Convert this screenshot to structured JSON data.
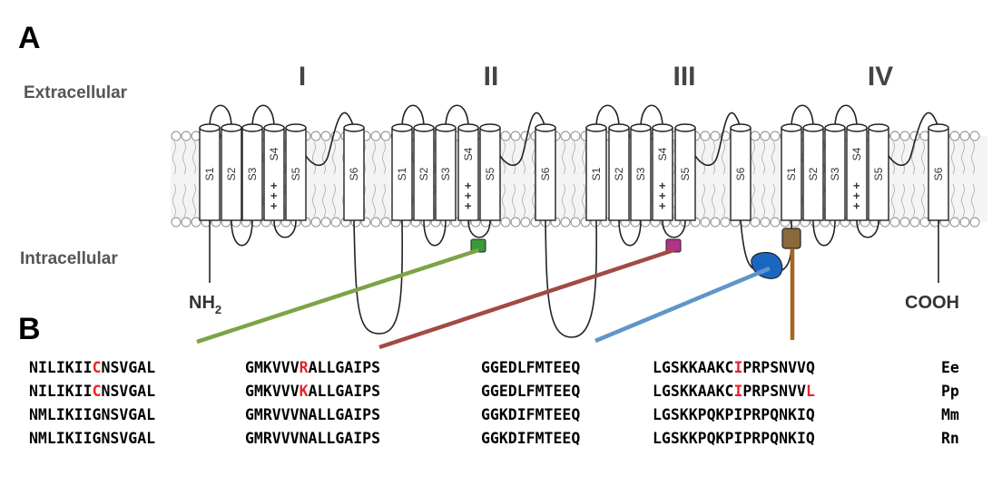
{
  "panels": {
    "a": "A",
    "b": "B"
  },
  "membrane": {
    "extracellular_label": "Extracellular",
    "intracellular_label": "Intracellular",
    "n_terminus": "NH2",
    "c_terminus": "COOH",
    "domains": [
      {
        "numeral": "I",
        "segments": [
          "S1",
          "S2",
          "S3",
          "S4",
          "S5",
          "S6"
        ]
      },
      {
        "numeral": "II",
        "segments": [
          "S1",
          "S2",
          "S3",
          "S4",
          "S5",
          "S6"
        ]
      },
      {
        "numeral": "III",
        "segments": [
          "S1",
          "S2",
          "S3",
          "S4",
          "S5",
          "S6"
        ]
      },
      {
        "numeral": "IV",
        "segments": [
          "S1",
          "S2",
          "S3",
          "S4",
          "S5",
          "S6"
        ]
      }
    ],
    "charge_marks": "+ + +",
    "site_colors": [
      "#3a9a3a",
      "#b0338c",
      "#1a67c2",
      "#8a6a3a"
    ],
    "connector_colors": [
      "#7da346",
      "#a34a45",
      "#5f95c9",
      "#a8651f"
    ]
  },
  "alignment": {
    "highlight_color": "#e8242a",
    "rows": [
      {
        "species": "Ee",
        "segments": [
          "NILIKIICNSVGAL",
          "GMKVVVRALLGAIPS",
          "GGEDLFMTEEQ",
          "LGSKKAAKCIPRPSNVVQ"
        ],
        "highlights": [
          [
            7
          ],
          [
            6
          ],
          [],
          [
            9
          ]
        ]
      },
      {
        "species": "Pp",
        "segments": [
          "NILIKIICNSVGAL",
          "GMKVVVKALLGAIPS",
          "GGEDLFMTEEQ",
          "LGSKKAAKCIPRPSNVVL"
        ],
        "highlights": [
          [
            7
          ],
          [
            6
          ],
          [],
          [
            9,
            17
          ]
        ]
      },
      {
        "species": "Mm",
        "segments": [
          "NMLIKIIGNSVGAL",
          "GMRVVVNALLGAIPS",
          "GGKDIFMTEEQ",
          "LGSKKPQKPIPRPQNKIQ"
        ],
        "highlights": [
          [],
          [],
          [],
          []
        ]
      },
      {
        "species": "Rn",
        "segments": [
          "NMLIKIIGNSVGAL",
          "GMRVVVNALLGAIPS",
          "GGKDIFMTEEQ",
          "LGSKKPQKPIPRPQNKIQ"
        ],
        "highlights": [
          [],
          [],
          [],
          []
        ]
      }
    ]
  }
}
